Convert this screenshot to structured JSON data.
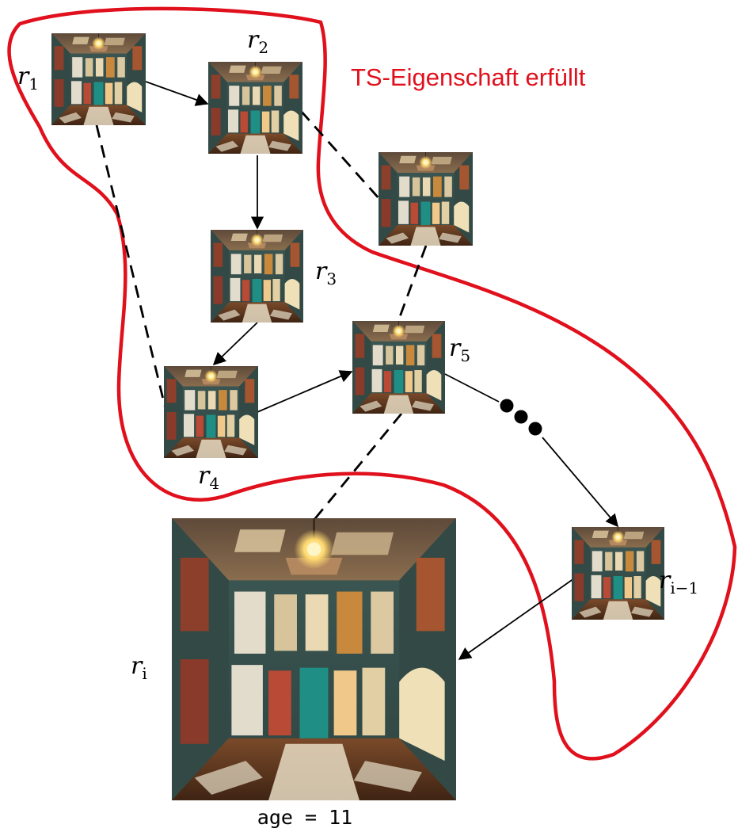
{
  "region_label": "TS-Eigenschaft erfüllt",
  "age_caption": "age = 11",
  "colors": {
    "region_outline": "#e0101c",
    "edge": "#000000",
    "room_wall": "#3e5a56",
    "door_teal": "#1f8f86",
    "door_cream": "#e9d6a8",
    "door_red": "#b84a36",
    "floor": "#6b3b22"
  },
  "rooms": [
    {
      "id": "r1",
      "var": "r",
      "sub": "1"
    },
    {
      "id": "r2",
      "var": "r",
      "sub": "2"
    },
    {
      "id": "unlabeled",
      "var": "",
      "sub": ""
    },
    {
      "id": "r3",
      "var": "r",
      "sub": "3"
    },
    {
      "id": "r4",
      "var": "r",
      "sub": "4"
    },
    {
      "id": "r5",
      "var": "r",
      "sub": "5"
    },
    {
      "id": "r_i_minus_1",
      "var": "r",
      "sub": "i−1"
    },
    {
      "id": "r_i",
      "var": "r",
      "sub": "i"
    }
  ],
  "edges": [
    {
      "from": "r1",
      "to": "r2",
      "style": "arrow"
    },
    {
      "from": "r2",
      "to": "r3",
      "style": "arrow"
    },
    {
      "from": "r3",
      "to": "r4",
      "style": "arrow"
    },
    {
      "from": "r4",
      "to": "r5",
      "style": "arrow"
    },
    {
      "from": "r5",
      "to": "r_i_minus_1",
      "style": "arrow-ellipsis"
    },
    {
      "from": "r_i_minus_1",
      "to": "r_i",
      "style": "arrow"
    },
    {
      "from": "r1",
      "to": "r4",
      "style": "dashed"
    },
    {
      "from": "r2",
      "to": "unlabeled",
      "style": "dashed"
    },
    {
      "from": "unlabeled",
      "to": "r5",
      "style": "dashed"
    },
    {
      "from": "r5",
      "to": "r_i",
      "style": "dashed"
    }
  ]
}
